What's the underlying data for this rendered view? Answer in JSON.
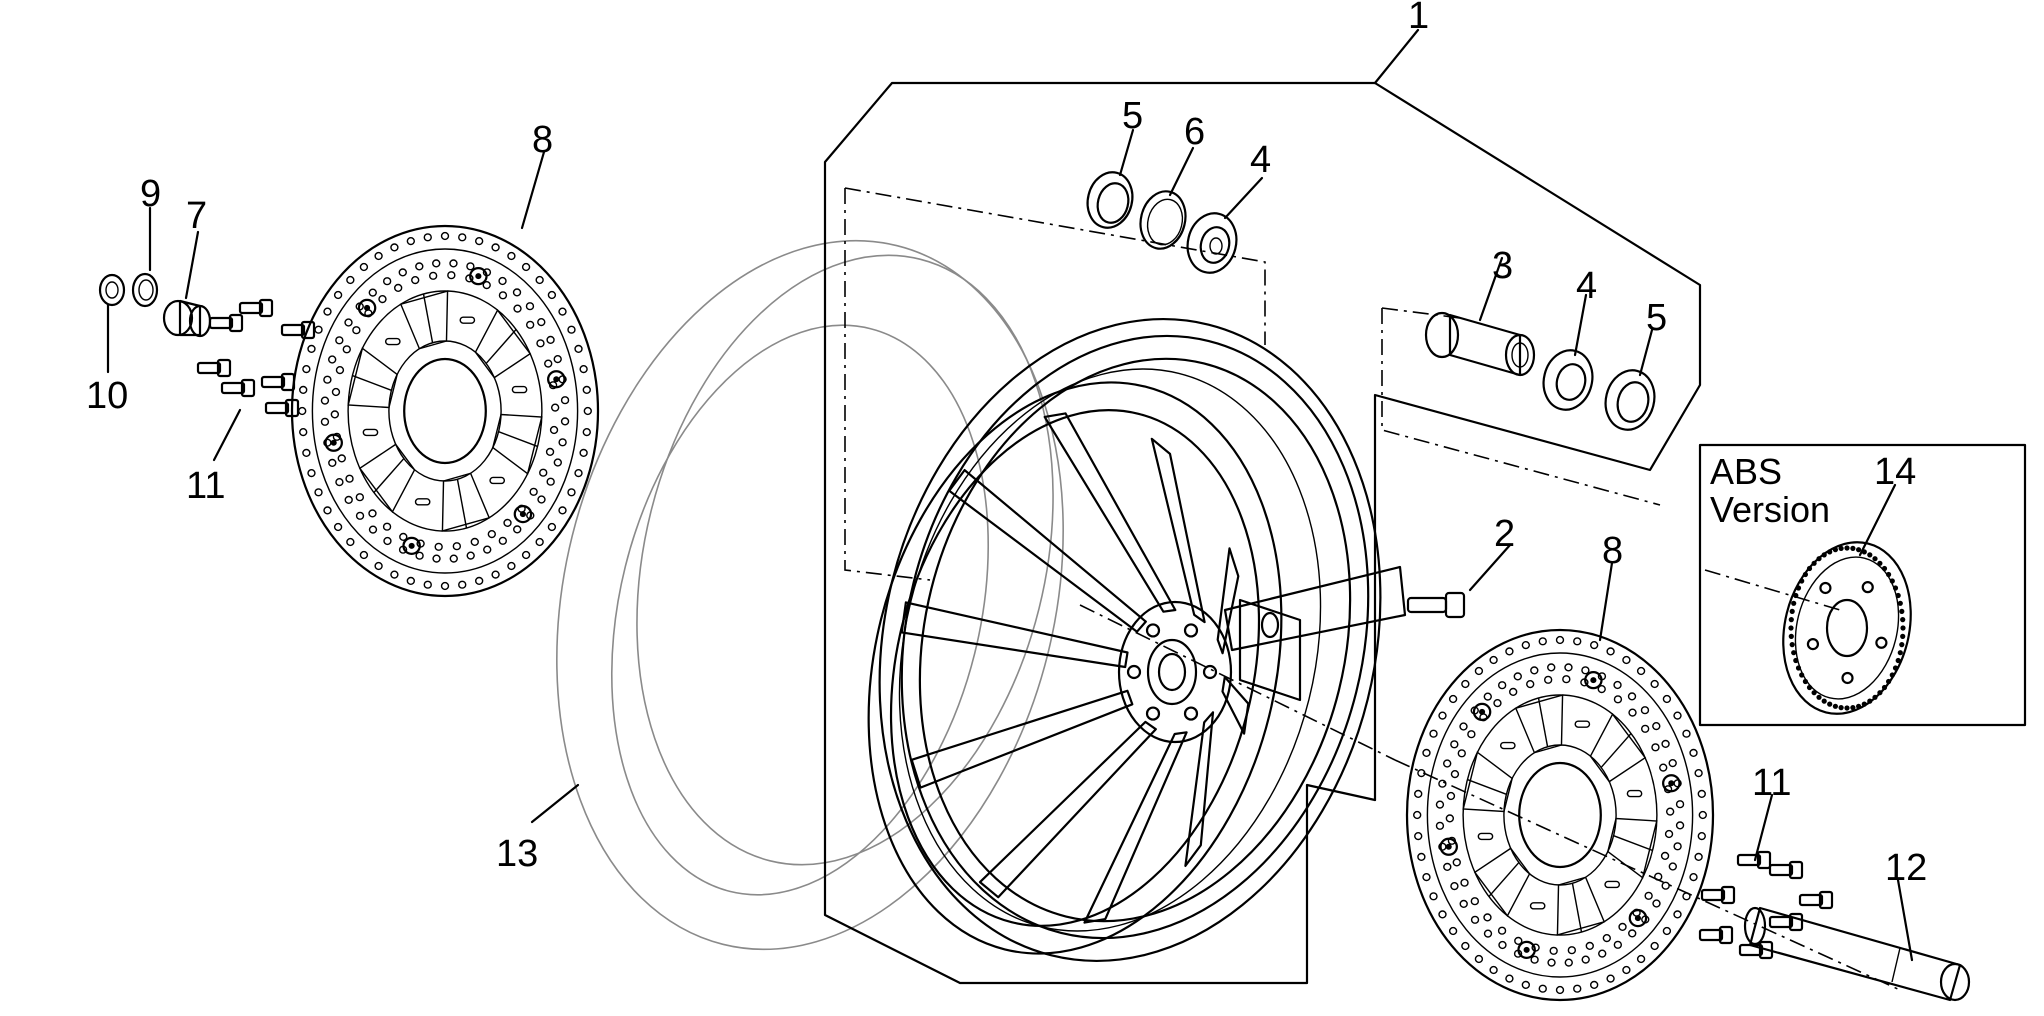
{
  "diagram": {
    "callouts": [
      {
        "id": "1",
        "text": "1"
      },
      {
        "id": "2",
        "text": "2"
      },
      {
        "id": "3",
        "text": "3"
      },
      {
        "id": "4a",
        "text": "4"
      },
      {
        "id": "4b",
        "text": "4"
      },
      {
        "id": "5a",
        "text": "5"
      },
      {
        "id": "5b",
        "text": "5"
      },
      {
        "id": "6",
        "text": "6"
      },
      {
        "id": "7",
        "text": "7"
      },
      {
        "id": "8a",
        "text": "8"
      },
      {
        "id": "8b",
        "text": "8"
      },
      {
        "id": "9",
        "text": "9"
      },
      {
        "id": "10",
        "text": "10"
      },
      {
        "id": "11a",
        "text": "11"
      },
      {
        "id": "11b",
        "text": "11"
      },
      {
        "id": "12",
        "text": "12"
      },
      {
        "id": "13",
        "text": "13"
      },
      {
        "id": "14",
        "text": "14"
      }
    ],
    "abs_box": {
      "line1": "ABS",
      "line2": "Version"
    }
  }
}
